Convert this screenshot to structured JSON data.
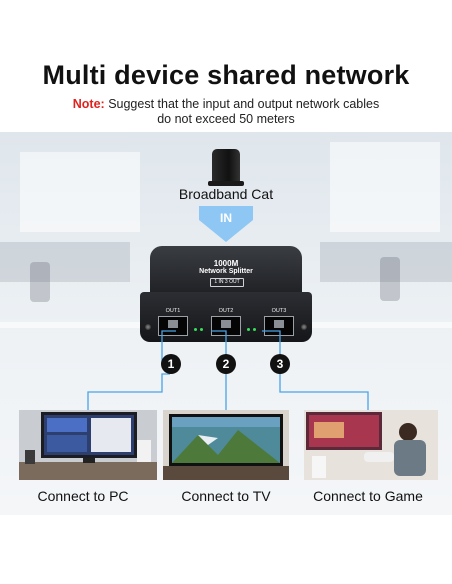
{
  "heading": {
    "title": "Multi device shared network",
    "note_label": "Note:",
    "note_line1": " Suggest that the input and output network cables",
    "note_line2": "do not exceed 50 meters"
  },
  "router": {
    "label": "Broadband Cat",
    "icon": "router-icon"
  },
  "input_arrow": {
    "label": "IN",
    "color": "#8ec7f3"
  },
  "splitter": {
    "line1": "1000M",
    "line2": "Network Splitter",
    "line3": "1 IN 3 OUT",
    "ports": [
      "OUT1",
      "OUT2",
      "OUT3"
    ]
  },
  "outputs": [
    {
      "number": "1",
      "caption": "Connect to PC"
    },
    {
      "number": "2",
      "caption": "Connect to TV"
    },
    {
      "number": "3",
      "caption": "Connect to Game"
    }
  ],
  "colors": {
    "connector_line": "#4aa3e8",
    "note_label": "#e0221e"
  }
}
